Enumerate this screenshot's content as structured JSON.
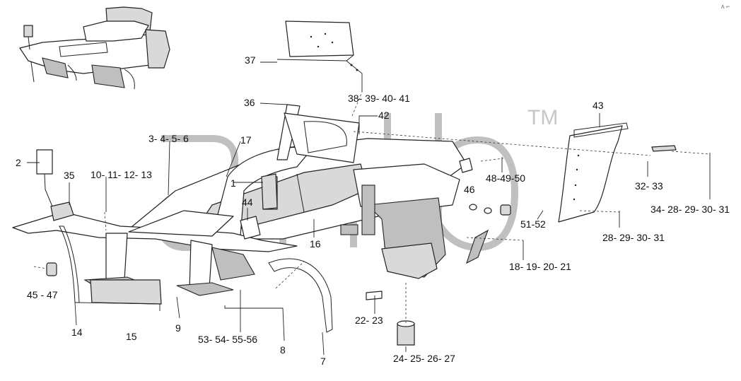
{
  "watermark": {
    "text": "anlb",
    "mark": "TM",
    "color": "#8c8c8c"
  },
  "corner_mark": {
    "text": "ʌ ⌐"
  },
  "labels": {
    "l1": "1",
    "l2": "2",
    "l3_6": "3- 4- 5- 6",
    "l7": "7",
    "l8": "8",
    "l9": "9",
    "l10_13": "10- 11- 12- 13",
    "l14": "14",
    "l15": "15",
    "l16": "16",
    "l17": "17",
    "l18_21": "18- 19- 20- 21",
    "l22_23": "22- 23",
    "l24_27": "24- 25- 26- 27",
    "l28_31": "28- 29- 30- 31",
    "l32_33": "32- 33",
    "l34": "34- 28- 29- 30- 31",
    "l35": "35",
    "l36": "36",
    "l37": "37",
    "l38_41": "38- 39- 40- 41",
    "l42": "42",
    "l43": "43",
    "l44": "44",
    "l45_47": "45 - 47",
    "l46": "46",
    "l48_50": "48-49-50",
    "l51_52": "51-52",
    "l53_56": "53- 54- 55-56"
  }
}
